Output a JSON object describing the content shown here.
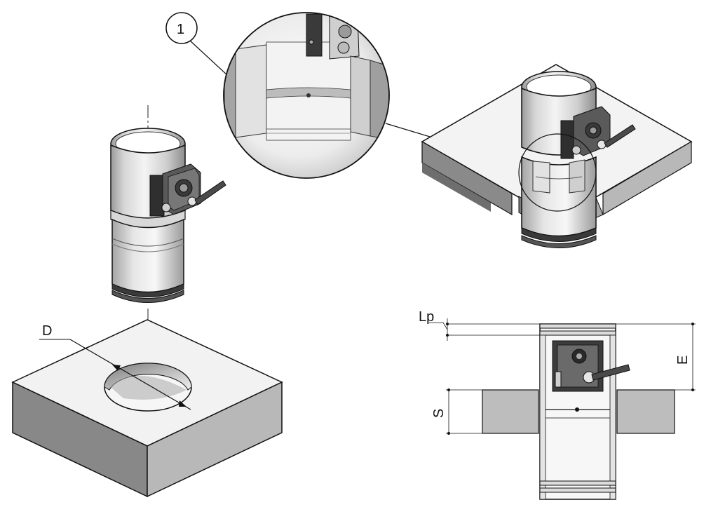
{
  "callout": {
    "number": "1"
  },
  "dimensions": {
    "diameter": "D",
    "lp": "Lp",
    "e": "E",
    "s": "S"
  },
  "colors": {
    "slab_top": "#f3f3f3",
    "slab_side_dark": "#8a8a8a",
    "slab_side_mid": "#b9b9b9",
    "metal_light": "#eeeeee",
    "metal_mid": "#c9c9c9",
    "metal_dark": "#7d7d7d",
    "actuator": "#3c3c3c",
    "section_fill": "#bdbdbd",
    "line": "#111111"
  }
}
